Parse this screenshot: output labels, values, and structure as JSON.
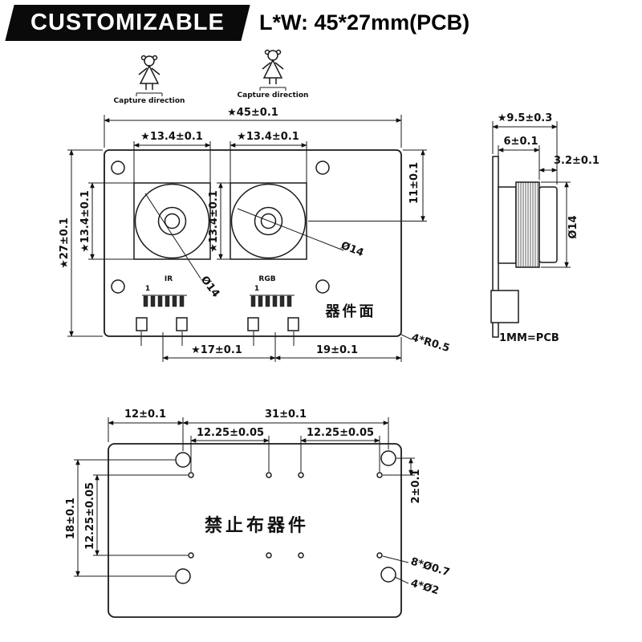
{
  "banner": {
    "title": "CUSTOMIZABLE",
    "subtitle": "L*W: 45*27mm(PCB)"
  },
  "capture": {
    "left_label": "Capture direction",
    "right_label": "Capture direction"
  },
  "front_view": {
    "width_total": "★45±0.1",
    "lens_left_width": "★13.4±0.1",
    "lens_right_width": "★13.4±0.1",
    "height_total": "★27±0.1",
    "lens_left_height": "★13.4±0.1",
    "lens_right_height": "★13.4±0.1",
    "edge_to_lens_center": "11±0.1",
    "lens_left_diameter": "Ø14",
    "lens_right_diameter": "Ø14",
    "connector_pitch": "★17±0.1",
    "connector_to_edge": "19±0.1",
    "corner_radius": "4*R0.5",
    "surface_label": "器件面",
    "lens_left_tag": "IR",
    "lens_right_tag": "RGB",
    "pin_pitch": "1"
  },
  "side_view": {
    "total_depth": "★9.5±0.3",
    "holder_depth": "6±0.1",
    "cap_depth": "3.2±0.1",
    "lens_diameter": "Ø14",
    "pcb_note": "1MM=PCB"
  },
  "back_view": {
    "edge_to_hole": "12±0.1",
    "hole_pitch": "31±0.1",
    "pad_pitch_top_left": "12.25±0.05",
    "pad_pitch_top_right": "12.25±0.05",
    "edge_to_pad": "2±0.1",
    "hole_pitch_vertical": "18±0.1",
    "pad_pitch_vertical": "12.25±0.05",
    "keepout_label": "禁止布器件",
    "small_holes": "8*Ø0.7",
    "big_holes": "4*Ø2"
  }
}
